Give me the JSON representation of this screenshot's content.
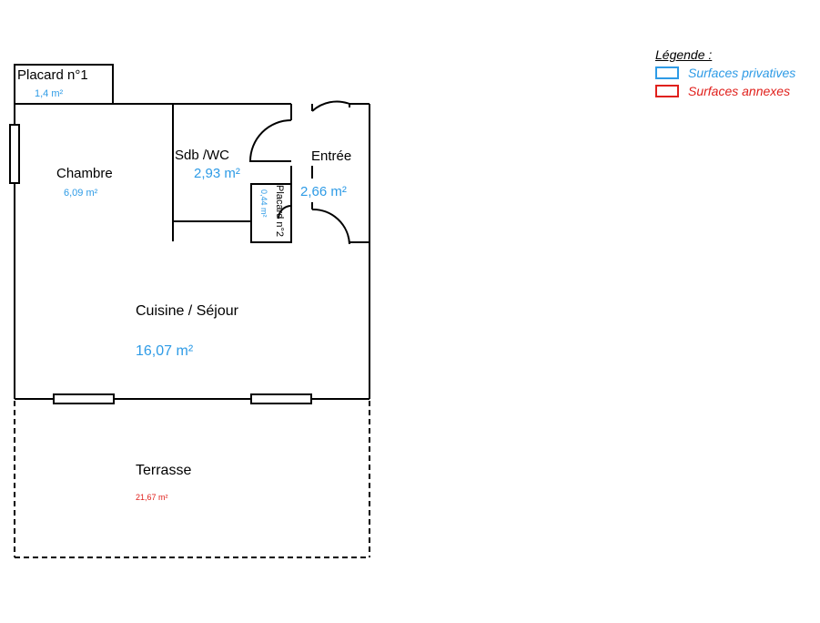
{
  "colors": {
    "private": "#2e9be6",
    "annex": "#e0201c",
    "wall": "#000000"
  },
  "rooms": {
    "placard1": {
      "name": "Placard n°1",
      "area": "1,4  m²"
    },
    "chambre": {
      "name": "Chambre",
      "area": "6,09  m²"
    },
    "sdb": {
      "name": "Sdb /WC",
      "area": "2,93  m²"
    },
    "entree": {
      "name": "Entrée",
      "area": "2,66  m²"
    },
    "placard2": {
      "name": "Placard n°2",
      "area": "0,44  m²"
    },
    "sejour": {
      "name": "Cuisine / Séjour",
      "area": "16,07  m²"
    },
    "terrasse": {
      "name": "Terrasse",
      "area": "21,67  m²"
    }
  },
  "legend": {
    "title": "Légende :",
    "private_label": "Surfaces privatives",
    "annex_label": "Surfaces annexes"
  }
}
